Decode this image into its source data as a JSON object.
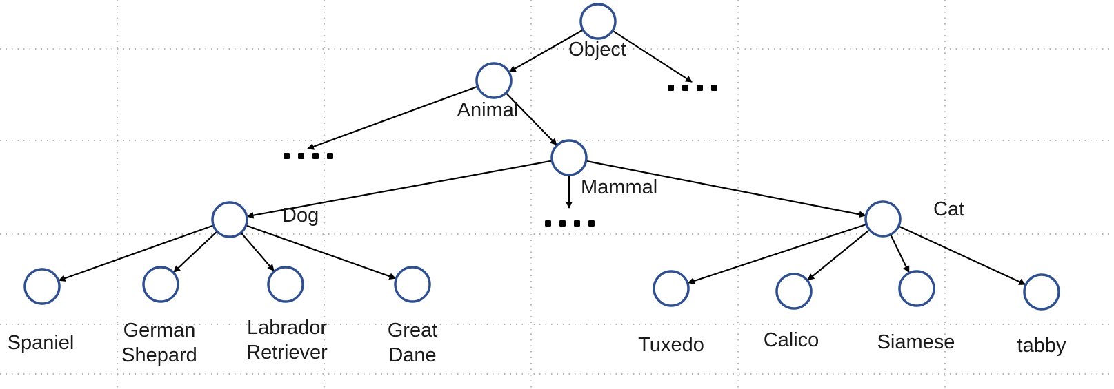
{
  "colors": {
    "node_stroke": "#2f4f8f",
    "edge": "#000000",
    "grid": "#8a8a8a",
    "text": "#1a1a1a",
    "background": "#ffffff"
  },
  "tree": {
    "root": "Object",
    "nodes": [
      {
        "id": "object",
        "label": "Object"
      },
      {
        "id": "animal",
        "label": "Animal"
      },
      {
        "id": "mammal",
        "label": "Mammal"
      },
      {
        "id": "dog",
        "label": "Dog"
      },
      {
        "id": "cat",
        "label": "Cat"
      },
      {
        "id": "spaniel",
        "label": "Spaniel"
      },
      {
        "id": "german-shepard",
        "label": "German Shepard",
        "lines": [
          "German",
          "Shepard"
        ]
      },
      {
        "id": "labrador-retriever",
        "label": "Labrador Retriever",
        "lines": [
          "Labrador",
          "Retriever"
        ]
      },
      {
        "id": "great-dane",
        "label": "Great Dane",
        "lines": [
          "Great",
          "Dane"
        ]
      },
      {
        "id": "tuxedo",
        "label": "Tuxedo"
      },
      {
        "id": "calico",
        "label": "Calico"
      },
      {
        "id": "siamese",
        "label": "Siamese"
      },
      {
        "id": "tabby",
        "label": "tabby"
      }
    ],
    "edges": [
      {
        "from": "object",
        "to": "animal"
      },
      {
        "from": "object",
        "to": "ellipsis-object"
      },
      {
        "from": "animal",
        "to": "ellipsis-animal"
      },
      {
        "from": "animal",
        "to": "mammal"
      },
      {
        "from": "mammal",
        "to": "dog"
      },
      {
        "from": "mammal",
        "to": "ellipsis-mammal"
      },
      {
        "from": "mammal",
        "to": "cat"
      },
      {
        "from": "dog",
        "to": "spaniel"
      },
      {
        "from": "dog",
        "to": "german-shepard"
      },
      {
        "from": "dog",
        "to": "labrador-retriever"
      },
      {
        "from": "dog",
        "to": "great-dane"
      },
      {
        "from": "cat",
        "to": "tuxedo"
      },
      {
        "from": "cat",
        "to": "calico"
      },
      {
        "from": "cat",
        "to": "siamese"
      },
      {
        "from": "cat",
        "to": "tabby"
      }
    ],
    "ellipses": [
      {
        "id": "ellipsis-object"
      },
      {
        "id": "ellipsis-animal"
      },
      {
        "id": "ellipsis-mammal"
      }
    ]
  }
}
